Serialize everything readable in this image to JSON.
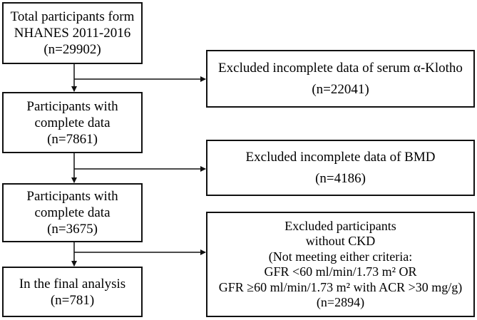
{
  "main_boxes": [
    {
      "lines": [
        "Total participants form",
        "NHANES 2011-2016",
        "(n=29902)"
      ]
    },
    {
      "lines": [
        "Participants with",
        "complete data",
        "(n=7861)"
      ]
    },
    {
      "lines": [
        "Participants with",
        "complete data",
        "(n=3675)"
      ]
    },
    {
      "lines": [
        "In the final analysis",
        "(n=781)"
      ]
    }
  ],
  "exclusion_boxes": [
    {
      "lines": [
        "Excluded incomplete data of serum α-Klotho",
        "(n=22041)"
      ]
    },
    {
      "lines": [
        "Excluded incomplete data of BMD",
        "(n=4186)"
      ]
    },
    {
      "lines": [
        "Excluded participants",
        "without CKD",
        "(Not meeting either criteria:",
        "GFR <60 ml/min/1.73 m² OR",
        "GFR ≥60 ml/min/1.73 m² with ACR >30 mg/g)",
        "(n=2894)"
      ]
    }
  ]
}
